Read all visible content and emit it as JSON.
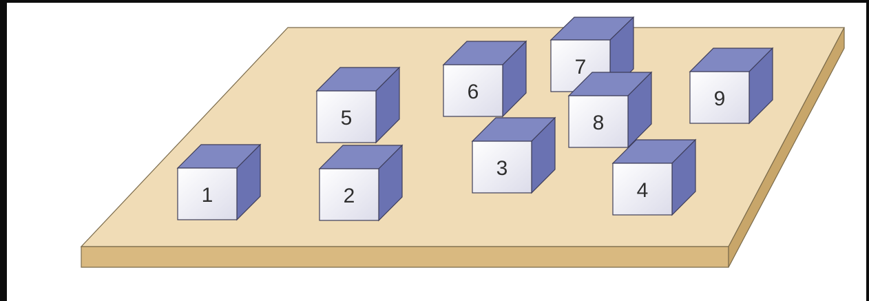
{
  "colors": {
    "background": "#0d0d0d",
    "panel": "#ffffff",
    "board_top": "#f0dcb6",
    "board_front": "#d9b980",
    "board_side": "#c8a66a",
    "cube_front": "#f2f2f8",
    "cube_top": "#8088c2",
    "cube_side": "#6a72b2",
    "edge": "#3c3c58"
  },
  "cubes": [
    {
      "label": "1"
    },
    {
      "label": "2"
    },
    {
      "label": "3"
    },
    {
      "label": "4"
    },
    {
      "label": "5"
    },
    {
      "label": "6"
    },
    {
      "label": "7"
    },
    {
      "label": "8"
    },
    {
      "label": "9"
    }
  ]
}
